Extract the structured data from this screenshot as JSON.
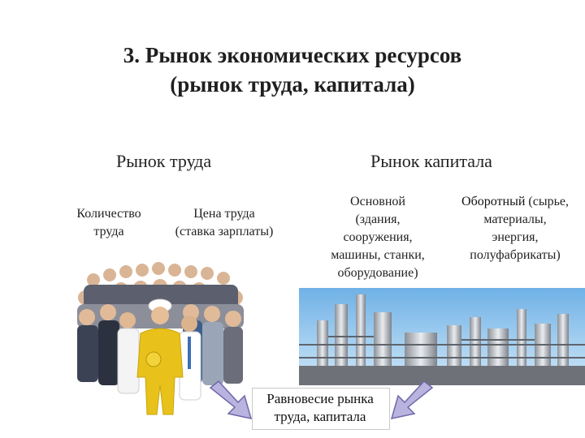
{
  "title": {
    "line1": "3. Рынок экономических ресурсов",
    "line2": "(рынок труда, капитала)"
  },
  "labor": {
    "heading": "Рынок труда",
    "quantity_line1": "Количество",
    "quantity_line2": "труда",
    "price_line1": "Цена труда",
    "price_line2": "(ставка зарплаты)"
  },
  "capital": {
    "heading": "Рынок капитала",
    "fixed": {
      "line1": "Основной",
      "line2": "(здания,",
      "line3": "сооружения,",
      "line4": "машины, станки,",
      "line5": "оборудование)"
    },
    "working": {
      "line1_strong": "Оборотный",
      "line1_rest": " (сырье,",
      "line2": "материалы,",
      "line3": "энергия,",
      "line4": "полуфабрикаты)"
    }
  },
  "equilibrium": {
    "line1": "Равновесие рынка",
    "line2": "труда, капитала"
  },
  "colors": {
    "arrow_fill": "#b9b3e0",
    "arrow_stroke": "#6e68a8",
    "worker_suit": "#e8c21b",
    "sky": "#8fc6ef"
  },
  "icons": {
    "crowd": "crowd-of-workers-illustration",
    "factory": "industrial-plant-illustration",
    "arrow_left": "arrow-down-right-icon",
    "arrow_right": "arrow-down-left-icon"
  }
}
